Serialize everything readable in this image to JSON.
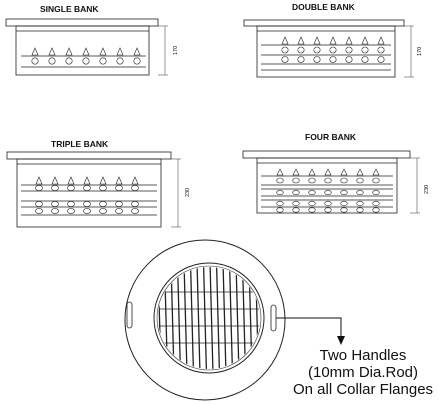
{
  "banks": [
    {
      "id": "single",
      "label": "SINGLE BANK",
      "dimension": "170",
      "rows": 1
    },
    {
      "id": "double",
      "label": "DOUBLE BANK",
      "dimension": "170",
      "rows": 2
    },
    {
      "id": "triple",
      "label": "TRIPLE BANK",
      "dimension": "230",
      "rows": 3
    },
    {
      "id": "four",
      "label": "FOUR BANK",
      "dimension": "230",
      "rows": 4
    }
  ],
  "note": {
    "line1": "Two Handles",
    "line2": "(10mm Dia.Rod)",
    "line3": "On all Collar Flanges"
  }
}
